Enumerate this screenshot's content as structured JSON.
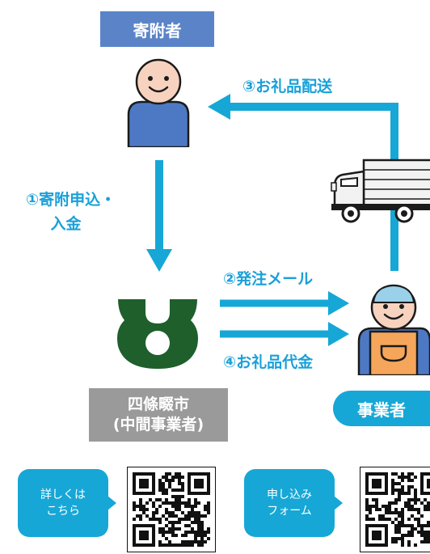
{
  "donor": {
    "label": "寄附者"
  },
  "city": {
    "label_line1": "四條畷市",
    "label_line2": "(中間事業者)"
  },
  "business": {
    "label": "事業者"
  },
  "steps": {
    "step1_line1": "①寄附申込・",
    "step1_line2": "入金",
    "step2": "②発注メール",
    "step3": "③お礼品配送",
    "step4": "④お礼品代金"
  },
  "links": {
    "details_line1": "詳しくは",
    "details_line2": "こちら",
    "form_line1": "申し込み",
    "form_line2": "フォーム"
  },
  "colors": {
    "accent": "#16a7d6",
    "donor_box": "#5b84c8",
    "city_box": "#9a9a9a",
    "city_logo": "#1e5f2c"
  }
}
